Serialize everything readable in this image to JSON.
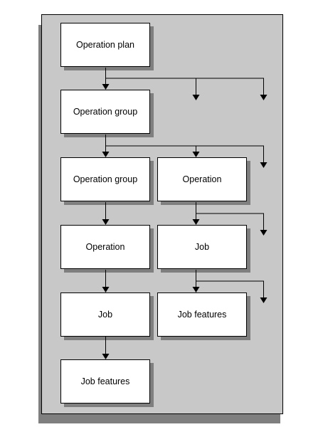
{
  "nodes": {
    "plan": "Operation plan",
    "group_1": "Operation group",
    "group_2": "Operation group",
    "operation_right": "Operation",
    "operation_left": "Operation",
    "job_right": "Job",
    "job_left": "Job",
    "features_right": "Job features",
    "features_left": "Job features"
  }
}
